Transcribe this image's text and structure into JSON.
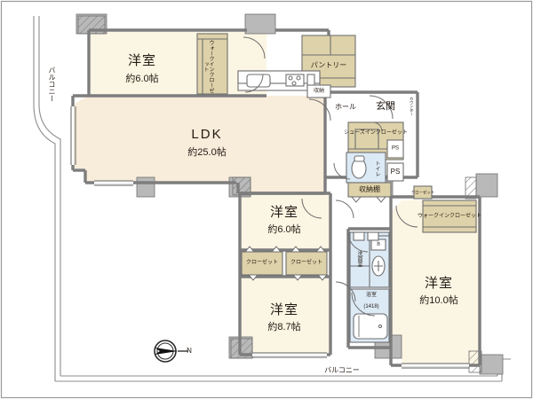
{
  "plan": {
    "type": "japanese-apartment-floorplan",
    "background": "#ffffff",
    "colors": {
      "room_fill": "#fbf5e3",
      "ldk_fill": "#f8ecda",
      "closet_fill": "#ded2aa",
      "wet_fill": "#dceaf6",
      "wall": "#8f8f8f",
      "wall_dark": "#b3b3b3",
      "text": "#231a14",
      "outline": "#9a9a9a"
    },
    "rooms": [
      {
        "id": "washitsu-6",
        "name": "洋室",
        "area": "約6.0帖"
      },
      {
        "id": "ldk",
        "name": "LDK",
        "area": "約25.0帖"
      },
      {
        "id": "washitsu-6b",
        "name": "洋室",
        "area": "約6.0帖"
      },
      {
        "id": "washitsu-87",
        "name": "洋室",
        "area": "約8.7帖"
      },
      {
        "id": "washitsu-10",
        "name": "洋室",
        "area": "約10.0帖"
      }
    ],
    "labels": {
      "balcony_left": "バルコニー",
      "balcony_bottom": "バルコニー",
      "walkin_closet_top": "ウォークインクローゼット",
      "walkin_closet_right": "ウォークインクローゼット",
      "pantry": "パントリー",
      "hall": "ホール",
      "genkan": "玄関",
      "counter": "カウンター",
      "shoes_in_closet": "シューズインクローゼット",
      "ps_upper": "PS",
      "ps_lower": "PS",
      "toilet": "トイレ",
      "storage_shelf": "収納棚",
      "storage_small": "収納",
      "closet_left": "クローゼット",
      "closet_right": "クローゼット",
      "closet_tiny": "クローゼット",
      "washroom": "洗面室",
      "washer": "洗",
      "bath": "浴室",
      "bath_size": "(1418)",
      "compass_n": "N"
    }
  }
}
